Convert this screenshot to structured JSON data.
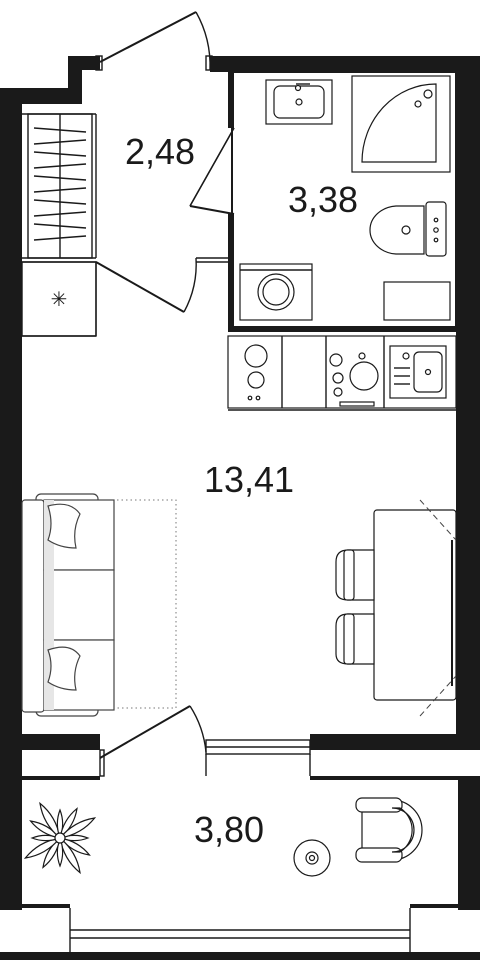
{
  "plan": {
    "rooms": [
      {
        "id": "hallway",
        "area": "2,48"
      },
      {
        "id": "bathroom",
        "area": "3,38"
      },
      {
        "id": "living-room",
        "area": "13,41"
      },
      {
        "id": "balcony",
        "area": "3,80"
      }
    ],
    "icons": {
      "ventilation": "ventilation-icon",
      "plant": "plant-icon",
      "armchair": "armchair-icon",
      "stool": "round-stool-icon"
    }
  }
}
